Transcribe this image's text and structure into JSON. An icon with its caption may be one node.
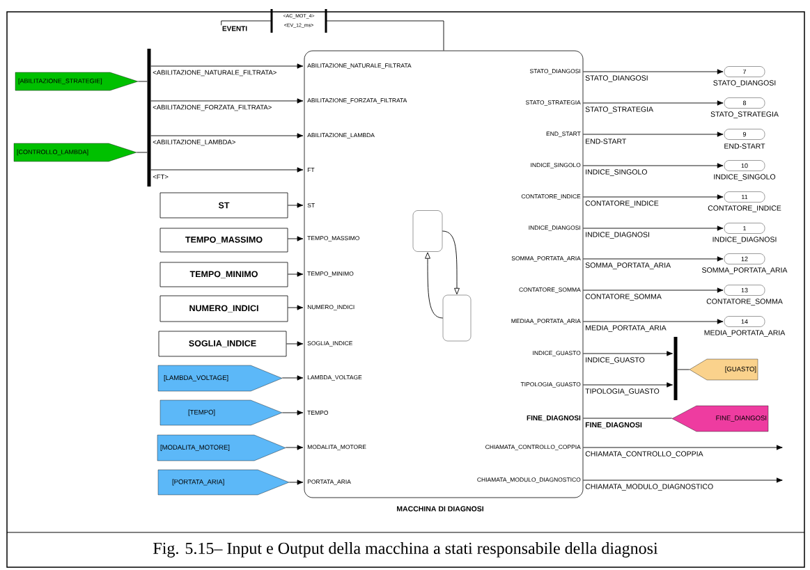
{
  "diagram": {
    "caption": "Fig. 5.15– Input e Output della macchina a stati responsabile della diagnosi",
    "nodes": [
      {
        "text": [
          "MACCHINA DI DIAGNOSI",
          "ABILITAZIONE_NATURALE_FILTRATA",
          "ABILITAZIONE_FORZATA_FILTRATA",
          "ABILITAZIONE_LAMBDA",
          "FT",
          "ST",
          "TEMPO_MASSIMO",
          "TEMPO_MINIMO",
          "NUMERO_INDICI",
          "SOGLIA_INDICE",
          "LAMBDA_VOLTAGE",
          "TEMPO",
          "MODALITA_MOTORE",
          "PORTATA_ARIA",
          "STATO_DIANGOSI",
          "STATO_STRATEGIA",
          "END_START",
          "INDICE_SINGOLO",
          "CONTATORE_INDICE",
          "INDICE_DIANGOSI",
          "SOMMA_PORTATA_ARIA",
          "CONTATORE_SOMMA",
          "MEDIAA_PORTATA_ARIA",
          "INDICE_GUASTO",
          "TIPOLOGIA_GUASTO",
          "FINE_DIAGNOSI",
          "CHIAMATA_CONTROLLO_COPPIA",
          "CHIAMATA_MODULO_DIAGNOSTICO"
        ]
      },
      {
        "text": [],
        "shape": "box",
        "in": 0
      },
      {
        "text": [],
        "shape": "box",
        "in": 0
      },
      {
        "text": [
          "EVENTI"
        ]
      },
      {
        "text": [
          "<AC_MOT_4>",
          "<EV_12_ms>"
        ]
      },
      {
        "text": [],
        "shape": "bar"
      },
      {
        "text": [
          "[ABILITAZIONE_STRATEGIE]"
        ]
      },
      {
        "text": [
          "[CONTROLLO_LAMBDA]"
        ]
      },
      {
        "text": [
          "ST"
        ]
      },
      {
        "text": [
          "TEMPO_MASSIMO"
        ]
      },
      {
        "text": [
          "TEMPO_MINIMO"
        ]
      },
      {
        "text": [
          "NUMERO_INDICI"
        ]
      },
      {
        "text": [
          "SOGLIA_INDICE"
        ]
      },
      {
        "text": [
          "[LAMBDA_VOLTAGE]"
        ]
      },
      {
        "text": [
          "[TEMPO]"
        ]
      },
      {
        "text": [
          "[MODALITA_MOTORE]"
        ]
      },
      {
        "text": [
          "[PORTATA_ARIA]"
        ]
      },
      {
        "text": [
          "7"
        ],
        "beside": [
          "STATO_DIANGOSI"
        ]
      },
      {
        "text": [
          "8"
        ],
        "beside": [
          "STATO_STRATEGIA"
        ]
      },
      {
        "text": [
          "9"
        ],
        "beside": [
          "END-START"
        ]
      },
      {
        "text": [
          "10"
        ],
        "beside": [
          "INDICE_SINGOLO"
        ]
      },
      {
        "text": [
          "11"
        ],
        "beside": [
          "CONTATORE_INDICE"
        ]
      },
      {
        "text": [
          "1"
        ],
        "beside": [
          "INDICE_DIAGNOSI"
        ]
      },
      {
        "text": [
          "12"
        ],
        "beside": [
          "SOMMA_PORTATA_ARIA"
        ]
      },
      {
        "text": [
          "13"
        ],
        "beside": [
          "CONTATORE_SOMMA"
        ]
      },
      {
        "text": [
          "14"
        ],
        "beside": [
          "MEDIA_PORTATA_ARIA"
        ]
      },
      {
        "text": [],
        "shape": "bar"
      },
      {
        "text": [
          "[GUASTO]"
        ]
      },
      {
        "text": [
          "FINE_DIANGOSI"
        ]
      }
    ],
    "edges": [
      {
        "from": 1,
        "to": 2,
        "arrow": "to"
      },
      {
        "from": 2,
        "to": 1,
        "arrow": "to"
      },
      {
        "from": 3,
        "to": 4,
        "arrow": "none"
      },
      {
        "from": 4,
        "to": 0,
        "arrow": "none"
      },
      {
        "from": 6,
        "to": 5,
        "arrow": "none"
      },
      {
        "from": 7,
        "to": 5,
        "arrow": "none"
      },
      {
        "from": 5,
        "to": 0,
        "arrow": "to",
        "label": "<ABILITAZIONE_NATURALE_FILTRATA>"
      },
      {
        "from": 5,
        "to": 0,
        "arrow": "to",
        "label": "<ABILITAZIONE_FORZATA_FILTRATA>"
      },
      {
        "from": 5,
        "to": 0,
        "arrow": "to",
        "label": "<ABILITAZIONE_LAMBDA>"
      },
      {
        "from": 5,
        "to": 0,
        "arrow": "to",
        "label": "<FT>"
      },
      {
        "from": 8,
        "to": 0,
        "arrow": "to"
      },
      {
        "from": 9,
        "to": 0,
        "arrow": "to"
      },
      {
        "from": 10,
        "to": 0,
        "arrow": "to"
      },
      {
        "from": 11,
        "to": 0,
        "arrow": "to"
      },
      {
        "from": 12,
        "to": 0,
        "arrow": "to"
      },
      {
        "from": 13,
        "to": 0,
        "arrow": "to"
      },
      {
        "from": 14,
        "to": 0,
        "arrow": "to"
      },
      {
        "from": 15,
        "to": 0,
        "arrow": "to"
      },
      {
        "from": 16,
        "to": 0,
        "arrow": "to"
      },
      {
        "from": 0,
        "to": 17,
        "arrow": "to",
        "label": "STATO_DIANGOSI"
      },
      {
        "from": 0,
        "to": 18,
        "arrow": "to",
        "label": "STATO_STRATEGIA"
      },
      {
        "from": 0,
        "to": 19,
        "arrow": "to",
        "label": "END-START"
      },
      {
        "from": 0,
        "to": 20,
        "arrow": "to",
        "label": "INDICE_SINGOLO"
      },
      {
        "from": 0,
        "to": 21,
        "arrow": "to",
        "label": "CONTATORE_INDICE"
      },
      {
        "from": 0,
        "to": 22,
        "arrow": "to",
        "label": "INDICE_DIAGNOSI"
      },
      {
        "from": 0,
        "to": 23,
        "arrow": "to",
        "label": "SOMMA_PORTATA_ARIA"
      },
      {
        "from": 0,
        "to": 24,
        "arrow": "to",
        "label": "CONTATORE_SOMMA"
      },
      {
        "from": 0,
        "to": 25,
        "arrow": "to",
        "label": "MEDIA_PORTATA_ARIA"
      },
      {
        "from": 0,
        "to": 26,
        "arrow": "to",
        "label": "INDICE_GUASTO"
      },
      {
        "from": 0,
        "to": 26,
        "arrow": "to",
        "label": "TIPOLOGIA_GUASTO"
      },
      {
        "from": 26,
        "to": 27,
        "arrow": "none"
      },
      {
        "from": 0,
        "to": 28,
        "arrow": "none",
        "label": "FINE_DIAGNOSI"
      },
      {
        "from": 0,
        "to": null,
        "arrow": "to",
        "label": "CHIAMATA_CONTROLLO_COPPIA"
      },
      {
        "from": 0,
        "to": null,
        "arrow": "to",
        "label": "CHIAMATA_MODULO_DIAGNOSTICO"
      }
    ]
  }
}
